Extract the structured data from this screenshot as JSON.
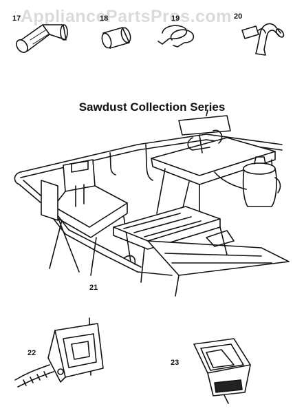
{
  "watermark": "AppliancePartsPros.com",
  "title": "Sawdust Collection Series",
  "part_numbers": {
    "p17": "17",
    "p18": "18",
    "p19": "19",
    "p20": "20",
    "p21": "21",
    "p22": "22",
    "p23": "23"
  }
}
